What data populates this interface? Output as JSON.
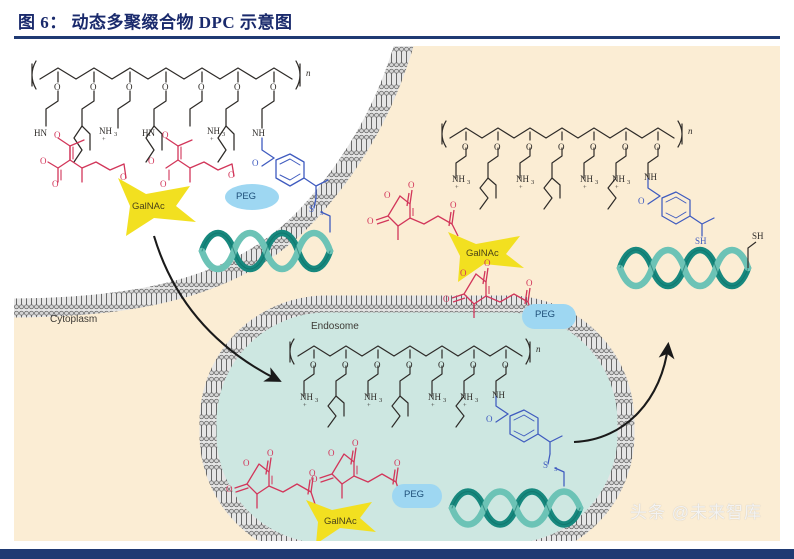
{
  "header": {
    "title": "图 6： 动态多聚缀合物 DPC 示意图",
    "rule_color": "#1f3a73",
    "title_color": "#1a2a6c"
  },
  "footer": {
    "bar_color": "#1f3a73"
  },
  "watermark": {
    "text": "头条 @未来智库"
  },
  "figure": {
    "background": "#ffffff",
    "cytoplasm_fill": "#fbedd4",
    "endosome_fill": "#cde7e1",
    "membrane_color": "#4a4a4a",
    "regions": [
      {
        "name": "extracellular",
        "label": ""
      },
      {
        "name": "cytoplasm",
        "label": "Cytoplasm"
      },
      {
        "name": "endosome",
        "label": "Endosome"
      }
    ],
    "labels": {
      "cytoplasm": "Cytoplasm",
      "endosome": "Endosome"
    },
    "colors": {
      "polymer_backbone": "#2e2b28",
      "maleamate_red": "#d2365a",
      "anhydride_red": "#d2365a",
      "linker_blue": "#3f5bbf",
      "sirna_dark": "#17887e",
      "sirna_light": "#6cc3b6",
      "galnac_fill": "#f2e020",
      "peg_fill": "#9ed7f2",
      "arrow_color": "#1a1a1a"
    },
    "tags": {
      "galnac": "GalNAc",
      "peg": "PEG"
    },
    "atoms": {
      "n_repeat": "n",
      "oxygen": "O",
      "amine_protonated": "NH",
      "amine_protonated_sub": "3",
      "amine_charge": "+",
      "amide_nh": "NH",
      "amide_hn": "HN",
      "oxide_anion": "O",
      "sulfur": "S",
      "thiol": "SH"
    },
    "structures": [
      {
        "name": "dpc-intact-extracellular",
        "region": "extracellular",
        "description": "Intact dynamic polyconjugate: poly(butyl amino vinyl ether) backbone with CDM-masked amines bearing GalNAc and PEG, plus siRNA via disulfide linker",
        "backbone_repeats": 8,
        "galnac_count": 1,
        "peg_count": 1,
        "sirna_count": 1,
        "amine_state": "masked-and-protonated",
        "terminal_group": "S-S"
      },
      {
        "name": "dpc-in-endosome",
        "region": "endosome",
        "description": "Acidified endosome: CDM masks hydrolysed, backbone amines fully protonated, GalNAc and PEG released as maleic anhydrides, siRNA still disulfide-linked",
        "backbone_repeats": 8,
        "galnac_count": 1,
        "peg_count": 1,
        "sirna_count": 1,
        "amine_state": "protonated",
        "terminal_group": "S-S"
      },
      {
        "name": "dpc-released-cytoplasm",
        "region": "cytoplasm",
        "description": "After endosomal escape and disulfide reduction: free protonated polymer terminating in thiol, free maleic-anhydride-GalNAc, free maleic-anhydride-PEG, and free thiol-siRNA",
        "backbone_repeats": 8,
        "galnac_count": 1,
        "peg_count": 1,
        "sirna_count": 1,
        "amine_state": "protonated",
        "terminal_group": "SH"
      }
    ],
    "arrows": [
      {
        "name": "uptake-arrow",
        "from": "extracellular-dpc",
        "to": "endosome",
        "style": "curved"
      },
      {
        "name": "escape-arrow",
        "from": "endosome",
        "to": "cytoplasm",
        "style": "curved"
      }
    ]
  }
}
